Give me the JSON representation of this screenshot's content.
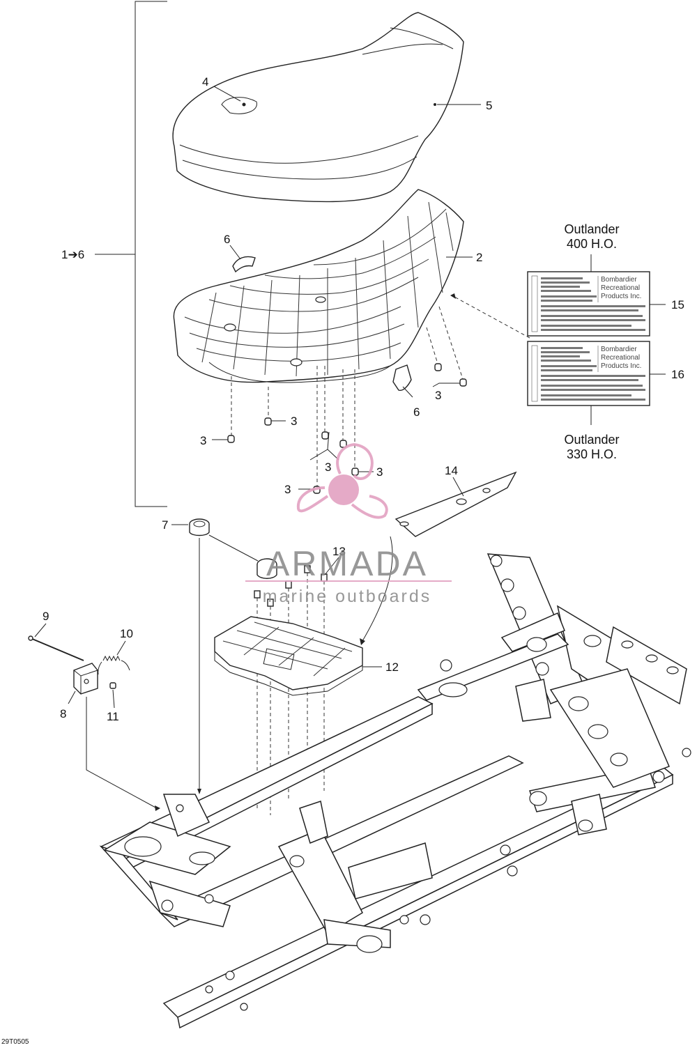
{
  "diagram": {
    "reference_code": "29T0505",
    "watermark": {
      "brand": "ARMADA",
      "tagline": "marine outboards",
      "color": "#e3a1c1",
      "text_color": "#8d8d8d"
    },
    "callouts": {
      "group": "1➔6",
      "c2": "2",
      "c3": "3",
      "c4": "4",
      "c5": "5",
      "c6": "6",
      "c7": "7",
      "c8": "8",
      "c9": "9",
      "c10": "10",
      "c11": "11",
      "c12": "12",
      "c13": "13",
      "c14": "14",
      "c15": "15",
      "c16": "16"
    },
    "labels": {
      "upper_model_line1": "Outlander",
      "upper_model_line2": "400 H.O.",
      "lower_model_line1": "Outlander",
      "lower_model_line2": "330 H.O.",
      "brand_line1": "Bombardier",
      "brand_line2": "Recreational",
      "brand_line3": "Products Inc."
    }
  }
}
